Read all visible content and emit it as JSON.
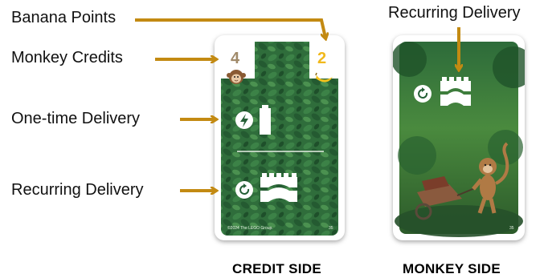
{
  "labels": {
    "banana_points": "Banana Points",
    "monkey_credits": "Monkey Credits",
    "one_time_delivery": "One-time Delivery",
    "recurring_delivery_left": "Recurring Delivery",
    "recurring_delivery_top": "Recurring Delivery"
  },
  "captions": {
    "credit_side": "CREDIT SIDE",
    "monkey_side": "MONKEY SIDE"
  },
  "credit_card": {
    "monkey_credits_value": "4",
    "banana_points_value": "2",
    "copyright": "©2024 The LEGO Group.",
    "card_number": "35"
  },
  "monkey_card": {
    "card_number": "35"
  },
  "colors": {
    "arrow": "#c38a12",
    "credit_value": "#a08a6a",
    "banana_value": "#f1b91c",
    "card_green": "#245f36",
    "jungle_green": "#3f7a3a"
  }
}
